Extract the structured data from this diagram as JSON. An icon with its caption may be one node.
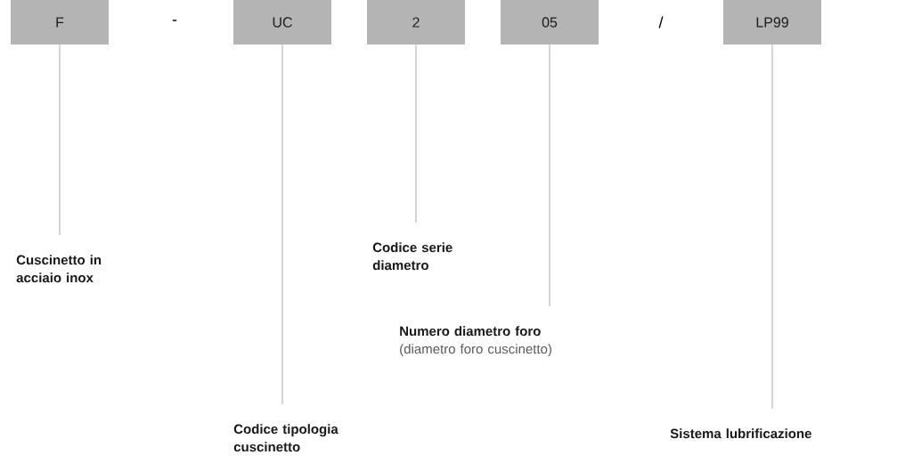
{
  "diagram": {
    "nodes": [
      {
        "text": [
          "F"
        ]
      },
      {
        "text": [
          "UC"
        ]
      },
      {
        "text": [
          "2"
        ]
      },
      {
        "text": [
          "05"
        ]
      },
      {
        "text": [
          "LP99"
        ]
      },
      {
        "text": [
          "Cuscinetto in acciaio inox"
        ]
      },
      {
        "text": [
          "Codice serie diametro"
        ]
      },
      {
        "text": [
          "Numero diametro foro",
          "(diametro foro cuscinetto)"
        ]
      },
      {
        "text": [
          "Codice tipologia cuscinetto"
        ]
      },
      {
        "text": [
          "Sistema lubrificazione"
        ]
      }
    ],
    "edges": [
      {
        "from": 0,
        "to": 5,
        "arrow": "none"
      },
      {
        "from": 2,
        "to": 6,
        "arrow": "none"
      },
      {
        "from": 3,
        "to": 7,
        "arrow": "none"
      },
      {
        "from": 1,
        "to": 8,
        "arrow": "none"
      },
      {
        "from": 4,
        "to": 9,
        "arrow": "none"
      }
    ],
    "labels": [
      "-",
      "/"
    ]
  }
}
